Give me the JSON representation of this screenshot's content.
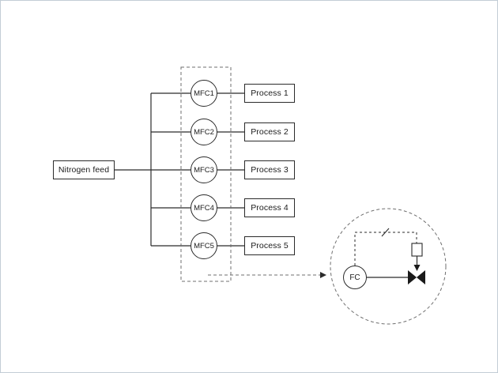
{
  "page": {
    "background": "#ffffff",
    "border_color": "#c3cdd6",
    "line_color": "#2b2b2b",
    "dashed_color": "#6f6f6f"
  },
  "diagram": {
    "feed": {
      "label": "Nitrogen feed"
    },
    "rows": [
      {
        "mfc": "MFC1",
        "process": "Process 1"
      },
      {
        "mfc": "MFC2",
        "process": "Process 2"
      },
      {
        "mfc": "MFC3",
        "process": "Process 3"
      },
      {
        "mfc": "MFC4",
        "process": "Process 4"
      },
      {
        "mfc": "MFC5",
        "process": "Process 5"
      }
    ],
    "detail": {
      "controller": "FC",
      "icons": [
        "flow-controller-icon",
        "valve-icon",
        "actuator-icon",
        "signal-slash-icon"
      ]
    }
  }
}
